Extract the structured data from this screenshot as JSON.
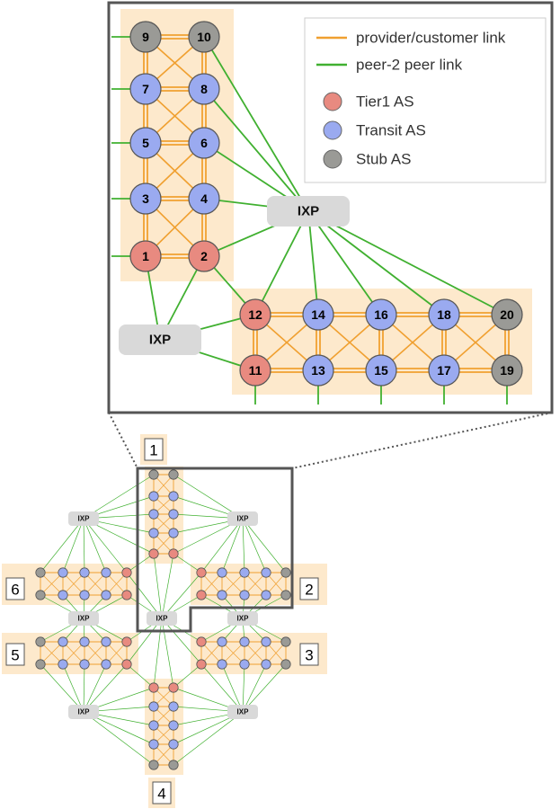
{
  "legend": {
    "provider_link": "provider/customer link",
    "peer_link": "peer-2 peer link",
    "tier1": "Tier1 AS",
    "transit": "Transit AS",
    "stub": "Stub AS"
  },
  "ixp_label": "IXP",
  "node_labels": [
    "1",
    "2",
    "3",
    "4",
    "5",
    "6",
    "7",
    "8",
    "9",
    "10",
    "11",
    "12",
    "13",
    "14",
    "15",
    "16",
    "17",
    "18",
    "19",
    "20"
  ],
  "region_labels": [
    "1",
    "2",
    "3",
    "4",
    "5",
    "6"
  ],
  "colors": {
    "tier1": "#e88a80",
    "transit": "#9aaaf0",
    "stub": "#9a9a96",
    "provider_link": "#f0a030",
    "peer_link": "#40b030",
    "region_bg": "#fde9cc",
    "ixp": "#d9d9d9",
    "frame": "#555555"
  }
}
